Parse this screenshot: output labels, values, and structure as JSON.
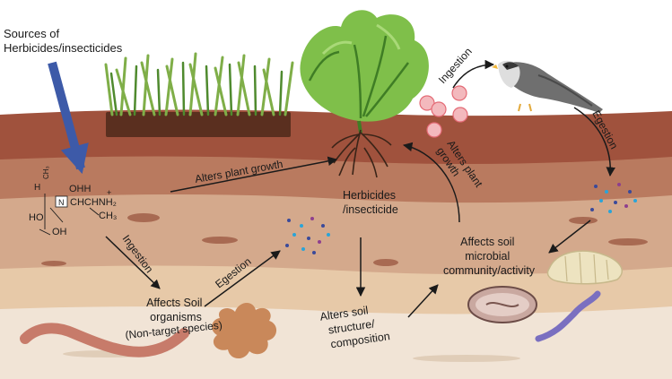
{
  "labels": {
    "sources": [
      "Sources of",
      "Herbicides/insecticides"
    ],
    "ingestion_top": "Ingestion",
    "egestion_right": "Egestion",
    "alters_plant_growth": "Alters plant growth",
    "alters_plant_growth_rotated": [
      "Alters plant",
      "growth"
    ],
    "herbicides_insecticide": [
      "Herbicides",
      "/insecticide"
    ],
    "affects_soil_microbial": [
      "Affects soil",
      "microbial",
      "community/activity"
    ],
    "ingestion_left": "Ingestion",
    "egestion_mid": "Egestion",
    "affects_soil_organisms": [
      "Affects Soil",
      "organisms",
      "(Non-target species)"
    ],
    "alters_soil_structure": [
      "Alters soil",
      "structure/",
      "composition"
    ]
  },
  "chemical": {
    "h": "H",
    "ch3": "CH₃",
    "ohh": "OHH",
    "n_box": "N",
    "chchnh": "CHCHNH₂",
    "plus": "+",
    "ho": "HO",
    "oh": "OH",
    "ch3_bottom": "CH₃"
  },
  "colors": {
    "sky": "#ffffff",
    "topsoil": "#a0523d",
    "soil_mid": "#b97a5f",
    "soil_light": "#d4a98c",
    "soil_sand": "#e7c9a8",
    "soil_bottom": "#f1e4d6",
    "source_arrow": "#3d5aa8",
    "worm": "#c77b6a"
  }
}
